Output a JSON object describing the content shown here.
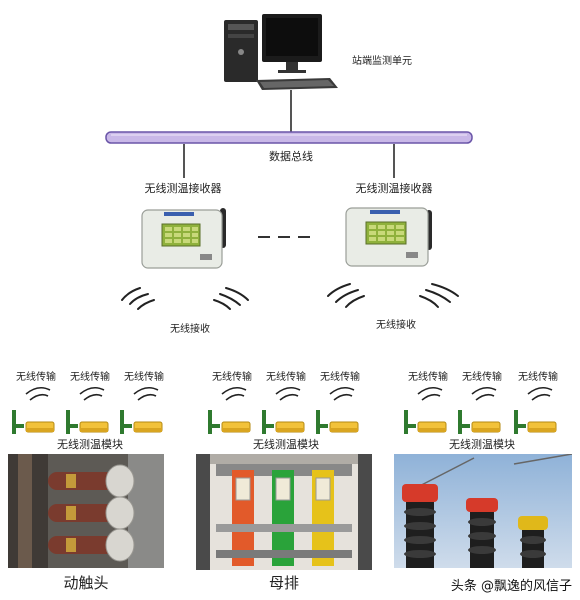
{
  "station_unit": "站端监测单元",
  "bus_label": "数据总线",
  "receivers": [
    {
      "label": "无线测温接收器"
    },
    {
      "label": "无线测温接收器"
    }
  ],
  "wireless_receive": [
    "无线接收",
    "无线接收"
  ],
  "groups": [
    {
      "transmit_labels": [
        "无线传输",
        "无线传输",
        "无线传输"
      ],
      "module_label": "无线测温模块",
      "caption": "动触头"
    },
    {
      "transmit_labels": [
        "无线传输",
        "无线传输",
        "无线传输"
      ],
      "module_label": "无线测温模块",
      "caption": "母排"
    },
    {
      "transmit_labels": [
        "无线传输",
        "无线传输",
        "无线传输"
      ],
      "module_label": "无线测温模块",
      "caption": ""
    }
  ],
  "watermark": "头条 @飘逸的风信子",
  "colors": {
    "bus": "#c9b8e8",
    "bus_stroke": "#6a55a8",
    "module": "#f2c23a",
    "antenna": "#2f7a2f",
    "device_body": "#e9ece6",
    "screen": "#8fb13c"
  },
  "icons": [
    "computer-icon",
    "receiver-device-icon",
    "wireless-signal-icon",
    "sensor-module-icon"
  ]
}
